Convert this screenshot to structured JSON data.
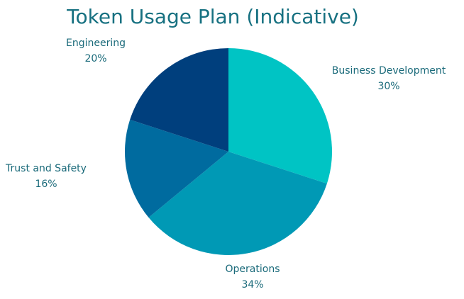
{
  "chart_data": {
    "type": "pie",
    "title": "Token Usage Plan (Indicative)",
    "slices": [
      {
        "label": "Business Development",
        "value": 30,
        "value_label": "30%",
        "color": "#00c4c4"
      },
      {
        "label": "Operations",
        "value": 34,
        "value_label": "34%",
        "color": "#0099b5"
      },
      {
        "label": "Trust and Safety",
        "value": 16,
        "value_label": "16%",
        "color": "#006b9f"
      },
      {
        "label": "Engineering",
        "value": 20,
        "value_label": "20%",
        "color": "#003f7d"
      }
    ],
    "start_angle_deg": 0,
    "direction": "clockwise",
    "legend": "none"
  },
  "colors": {
    "title": "#177181",
    "label": "#1a6a7a",
    "background": "#ffffff"
  }
}
